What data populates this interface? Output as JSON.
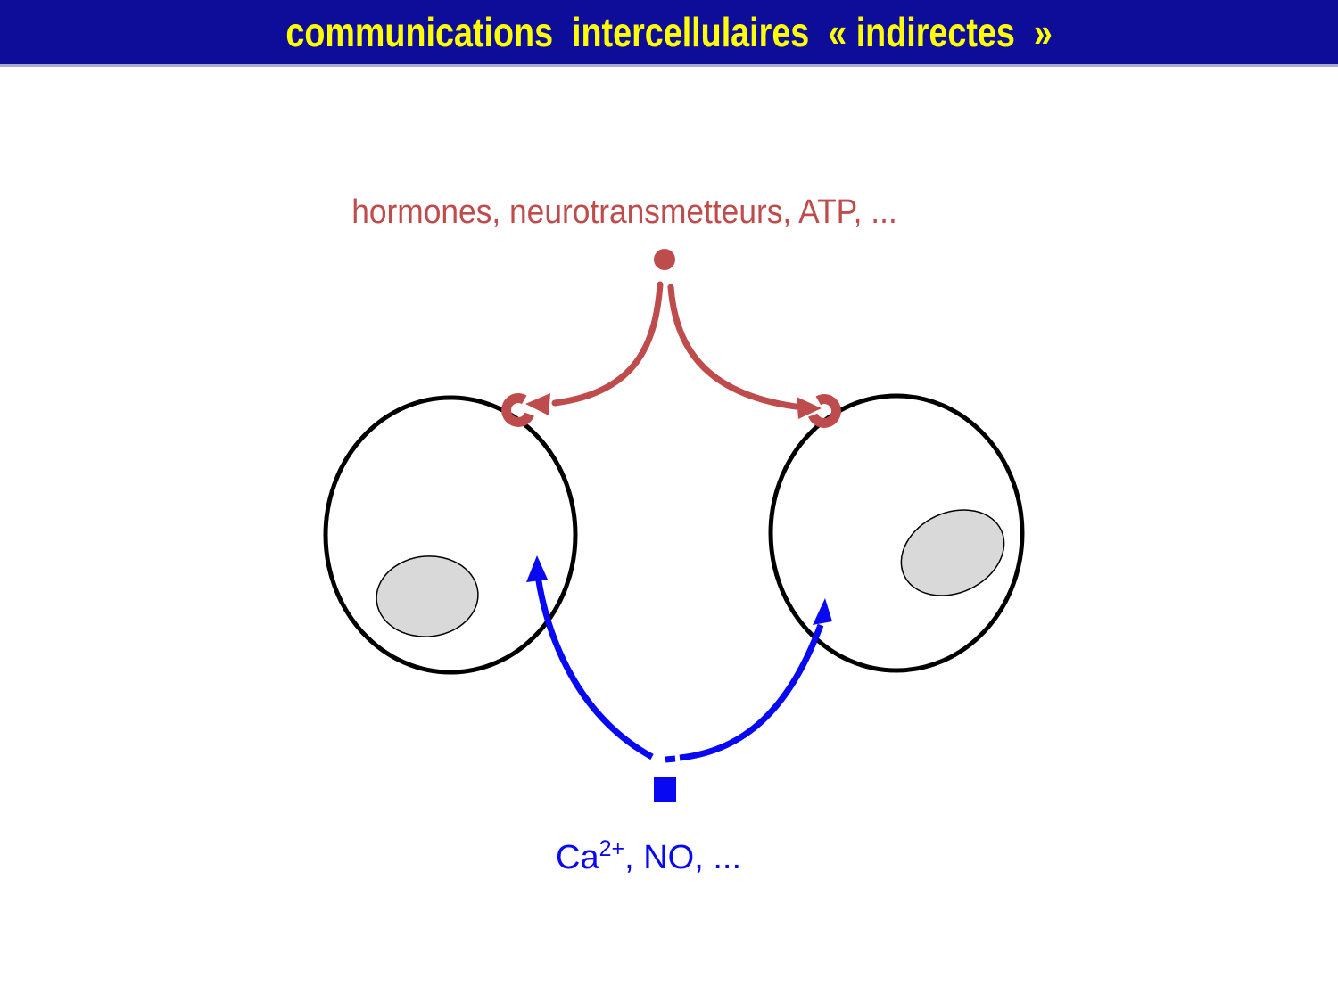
{
  "banner": {
    "title": "communications  intercellulaires  « indirectes  »"
  },
  "labels": {
    "messengers_top": "hormones, neurotransmetteurs, ATP, ...",
    "messengers_bottom": {
      "pre": "Ca",
      "sup": "2+",
      "post": ", NO, ..."
    }
  },
  "colors": {
    "banner_bg": "#0d0d99",
    "banner_underline": "#a9a9d9",
    "title_text": "#ffff00",
    "ligand_red": "#bf4c4c",
    "messenger_blue": "#0808f2",
    "cell_stroke": "#000000",
    "nucleus_fill": "#d9d9d9"
  },
  "icons": {
    "ligand_dot": "filled-circle",
    "messenger_square": "filled-square",
    "receptor": "c-shaped-crescent"
  }
}
